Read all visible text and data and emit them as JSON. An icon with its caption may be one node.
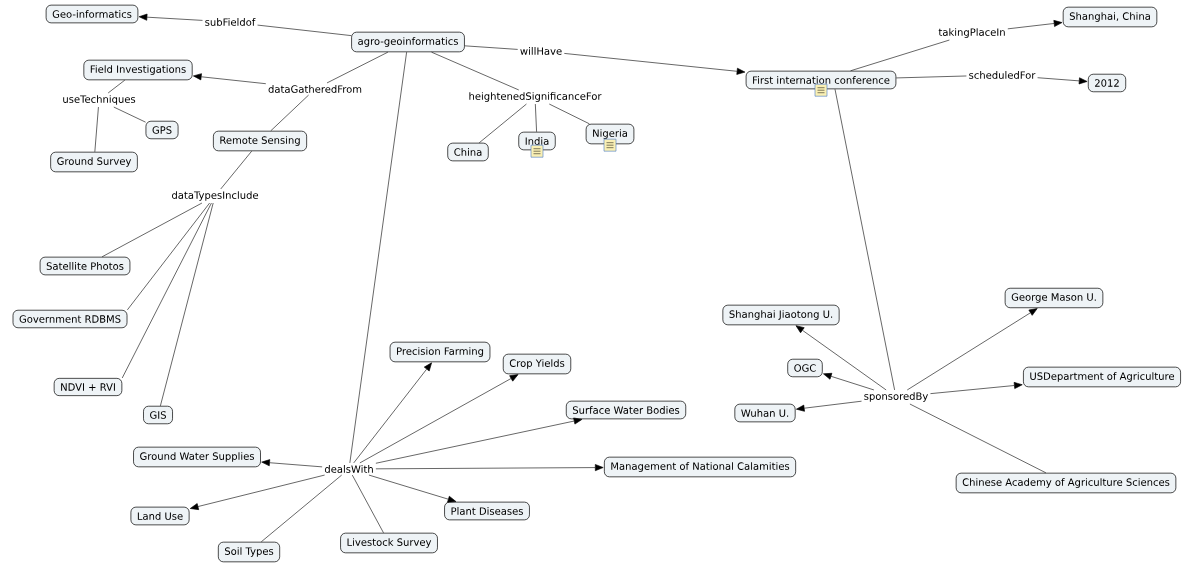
{
  "diagram": {
    "nodes": [
      {
        "text": [
          "agro-geoinformatics"
        ]
      },
      {
        "text": [
          "Geo-informatics"
        ]
      },
      {
        "text": [
          "subFieldof"
        ]
      },
      {
        "text": [
          "willHave"
        ]
      },
      {
        "text": [
          "First internation conference"
        ]
      },
      {
        "text": [
          "takingPlaceIn"
        ]
      },
      {
        "text": [
          "Shanghai, China"
        ]
      },
      {
        "text": [
          "scheduledFor"
        ]
      },
      {
        "text": [
          "2012"
        ]
      },
      {
        "text": [
          "Field Investigations"
        ]
      },
      {
        "text": [
          "dataGatheredFrom"
        ]
      },
      {
        "text": [
          "useTechniques"
        ]
      },
      {
        "text": [
          "GPS"
        ]
      },
      {
        "text": [
          "Ground Survey"
        ]
      },
      {
        "text": [
          "Remote Sensing"
        ]
      },
      {
        "text": [
          "heightenedSignificanceFor"
        ]
      },
      {
        "text": [
          "China"
        ]
      },
      {
        "text": [
          "India"
        ]
      },
      {
        "text": [
          "Nigeria"
        ]
      },
      {
        "text": [
          "dataTypesInclude"
        ]
      },
      {
        "text": [
          "Satellite Photos"
        ]
      },
      {
        "text": [
          "Government RDBMS"
        ]
      },
      {
        "text": [
          "NDVI + RVI"
        ]
      },
      {
        "text": [
          "GIS"
        ]
      },
      {
        "text": [
          "Precision Farming"
        ]
      },
      {
        "text": [
          "Crop Yields"
        ]
      },
      {
        "text": [
          "Surface Water Bodies"
        ]
      },
      {
        "text": [
          "Ground Water Supplies"
        ]
      },
      {
        "text": [
          "dealsWith"
        ]
      },
      {
        "text": [
          "Management of National Calamities"
        ]
      },
      {
        "text": [
          "Land Use"
        ]
      },
      {
        "text": [
          "Plant Diseases"
        ]
      },
      {
        "text": [
          "Soil Types"
        ]
      },
      {
        "text": [
          "Livestock Survey"
        ]
      },
      {
        "text": [
          "Shanghai Jiaotong U."
        ]
      },
      {
        "text": [
          "George Mason U."
        ]
      },
      {
        "text": [
          "OGC"
        ]
      },
      {
        "text": [
          "USDepartment of Agriculture"
        ]
      },
      {
        "text": [
          "sponsoredBy"
        ]
      },
      {
        "text": [
          "Wuhan U."
        ]
      },
      {
        "text": [
          "Chinese Academy of Agriculture Sciences"
        ]
      }
    ],
    "edges": [
      {
        "from": 0,
        "to": 2,
        "arrow": "none"
      },
      {
        "from": 2,
        "to": 1,
        "arrow": "to"
      },
      {
        "from": 0,
        "to": 3,
        "arrow": "none"
      },
      {
        "from": 3,
        "to": 4,
        "arrow": "to"
      },
      {
        "from": 4,
        "to": 5,
        "arrow": "none"
      },
      {
        "from": 5,
        "to": 6,
        "arrow": "to"
      },
      {
        "from": 4,
        "to": 7,
        "arrow": "none"
      },
      {
        "from": 7,
        "to": 8,
        "arrow": "to"
      },
      {
        "from": 0,
        "to": 10,
        "arrow": "none"
      },
      {
        "from": 10,
        "to": 9,
        "arrow": "to"
      },
      {
        "from": 10,
        "to": 14,
        "arrow": "none"
      },
      {
        "from": 9,
        "to": 11,
        "arrow": "none"
      },
      {
        "from": 11,
        "to": 12,
        "arrow": "none"
      },
      {
        "from": 11,
        "to": 13,
        "arrow": "none"
      },
      {
        "from": 0,
        "to": 15,
        "arrow": "none"
      },
      {
        "from": 15,
        "to": 16,
        "arrow": "none"
      },
      {
        "from": 15,
        "to": 17,
        "arrow": "none"
      },
      {
        "from": 15,
        "to": 18,
        "arrow": "none"
      },
      {
        "from": 14,
        "to": 19,
        "arrow": "none"
      },
      {
        "from": 19,
        "to": 20,
        "arrow": "none"
      },
      {
        "from": 19,
        "to": 21,
        "arrow": "none"
      },
      {
        "from": 19,
        "to": 22,
        "arrow": "none"
      },
      {
        "from": 19,
        "to": 23,
        "arrow": "none"
      },
      {
        "from": 0,
        "to": 28,
        "arrow": "none"
      },
      {
        "from": 28,
        "to": 24,
        "arrow": "to"
      },
      {
        "from": 28,
        "to": 25,
        "arrow": "to"
      },
      {
        "from": 28,
        "to": 26,
        "arrow": "to"
      },
      {
        "from": 28,
        "to": 29,
        "arrow": "to"
      },
      {
        "from": 28,
        "to": 27,
        "arrow": "to"
      },
      {
        "from": 28,
        "to": 30,
        "arrow": "to"
      },
      {
        "from": 28,
        "to": 31,
        "arrow": "to"
      },
      {
        "from": 28,
        "to": 32,
        "arrow": "none"
      },
      {
        "from": 28,
        "to": 33,
        "arrow": "none"
      },
      {
        "from": 4,
        "to": 38,
        "arrow": "none"
      },
      {
        "from": 38,
        "to": 34,
        "arrow": "to"
      },
      {
        "from": 38,
        "to": 36,
        "arrow": "to"
      },
      {
        "from": 38,
        "to": 39,
        "arrow": "to"
      },
      {
        "from": 38,
        "to": 35,
        "arrow": "to"
      },
      {
        "from": 38,
        "to": 37,
        "arrow": "to"
      },
      {
        "from": 38,
        "to": 40,
        "arrow": "none"
      }
    ]
  }
}
